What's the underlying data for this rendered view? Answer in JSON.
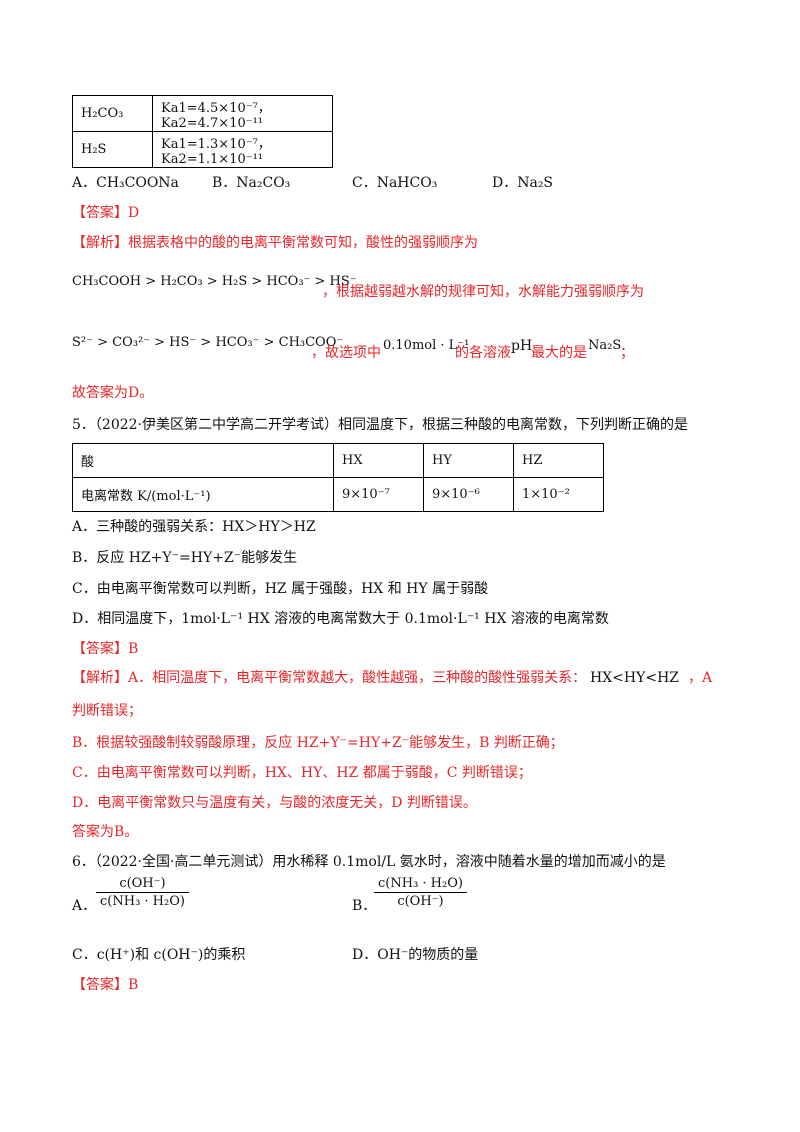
{
  "table1": {
    "rows": [
      {
        "acid": "H₂CO₃",
        "k": "Ka1=4.5×10⁻⁷，Ka2=4.7×10⁻¹¹"
      },
      {
        "acid": "H₂S",
        "k": "Ka1=1.3×10⁻⁷，Ka2=1.1×10⁻¹¹"
      }
    ]
  },
  "q4": {
    "options": [
      "A．CH₃COONa",
      "B．Na₂CO₃",
      "C．NaHCO₃",
      "D．Na₂S"
    ],
    "answer": "【答案】D",
    "analysis_1": "【解析】根据表格中的酸的电离平衡常数可知，酸性的强弱顺序为",
    "formula_1": "CH₃COOH > H₂CO₃ > H₂S > HCO₃⁻ > HS⁻",
    "analysis_2": "，根据越弱越水解的规律可知，水解能力强弱顺序为",
    "formula_2": "S²⁻ > CO₃²⁻ > HS⁻ > HCO₃⁻ > CH₃COO⁻",
    "analysis_3a": "，故选项中",
    "conc": "0.10mol · L⁻¹",
    "analysis_3b": "的各溶液",
    "ph": "pH",
    "analysis_3c": "最大的是",
    "na2s": "Na₂S",
    "analysis_3d": "；",
    "conclusion": "故答案为D。"
  },
  "q5": {
    "stem": "5．（2022·伊美区第二中学高二开学考试）相同温度下，根据三种酸的电离常数，下列判断正确的是",
    "table": {
      "headers": [
        "酸",
        "HX",
        "HY",
        "HZ"
      ],
      "row_label": "电离常数 K/(mol·L⁻¹)",
      "values": [
        "9×10⁻⁷",
        "9×10⁻⁶",
        "1×10⁻²"
      ]
    },
    "options": [
      "A．三种酸的强弱关系：HX＞HY＞HZ",
      "B．反应 HZ+Y⁻=HY+Z⁻能够发生",
      "C．由电离平衡常数可以判断，HZ 属于强酸，HX 和 HY 属于弱酸",
      "D．相同温度下，1mol·L⁻¹ HX 溶液的电离常数大于 0.1mol·L⁻¹ HX 溶液的电离常数"
    ],
    "answer": "【答案】B",
    "analysis_a1": "【解析】A．相同温度下，电离平衡常数越大，酸性越强，三种酸的酸性强弱关系：",
    "analysis_a_formula": "HX<HY<HZ",
    "analysis_a2": "，A",
    "analysis_a3": "判断错误；",
    "analysis_b": "B．根据较强酸制较弱酸原理，反应 HZ+Y⁻=HY+Z⁻能够发生，B 判断正确；",
    "analysis_c": "C．由电离平衡常数可以判断，HX、HY、HZ 都属于弱酸，C 判断错误；",
    "analysis_d": "D．电离平衡常数只与温度有关，与酸的浓度无关，D 判断错误。",
    "conclusion": "答案为B。"
  },
  "q6": {
    "stem": "6．（2022·全国·高二单元测试）用水稀释 0.1mol/L 氨水时，溶液中随着水量的增加而减小的是",
    "opt_a_label": "A．",
    "opt_a_num": "c(OH⁻)",
    "opt_a_den": "c(NH₃ · H₂O)",
    "opt_b_label": "B．",
    "opt_b_num": "c(NH₃ · H₂O)",
    "opt_b_den": "c(OH⁻)",
    "opt_c": "C．c(H⁺)和 c(OH⁻)的乘积",
    "opt_d": "D．OH⁻的物质的量",
    "answer": "【答案】B"
  }
}
